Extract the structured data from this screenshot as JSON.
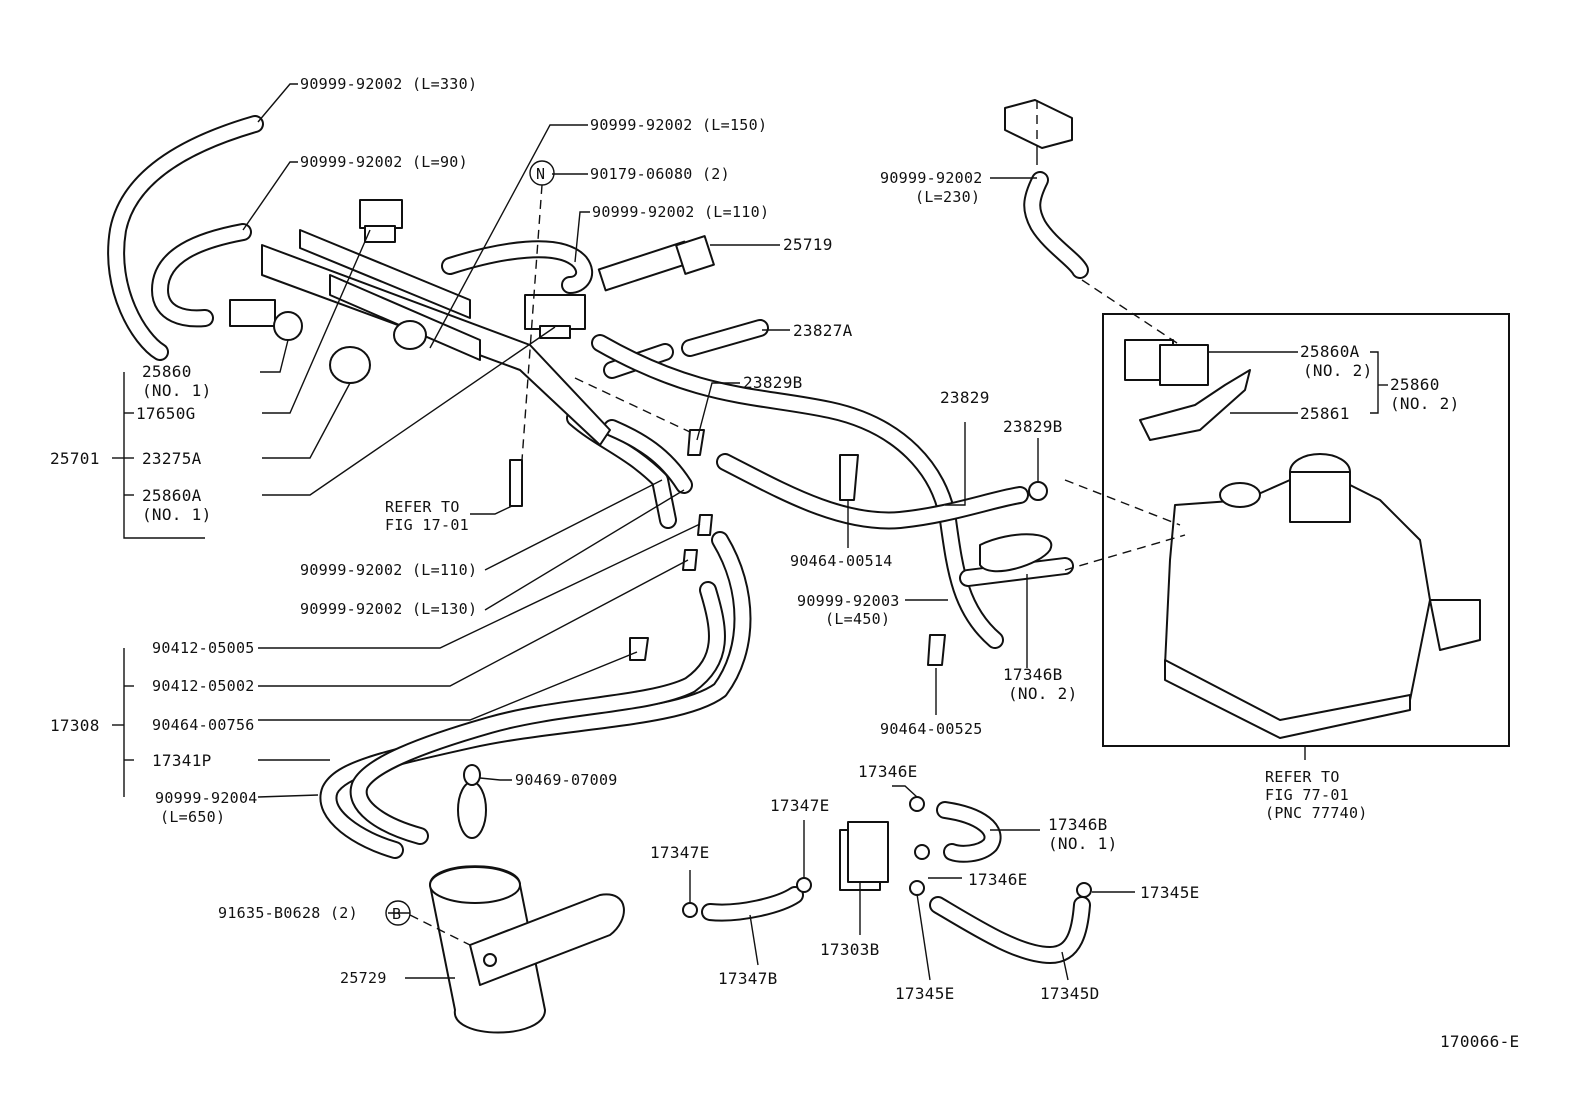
{
  "labels": {
    "p_330": "90999-92002 (L=330)",
    "p_150": "90999-92002 (L=150)",
    "p_90": "90999-92002 (L=90)",
    "p_90179": "90179-06080 (2)",
    "p_110a": "90999-92002 (L=110)",
    "p_25719": "25719",
    "p_23827A": "23827A",
    "p_23829B_a": "23829B",
    "p_25860": "25860",
    "p_no1_a": "(NO. 1)",
    "p_17650G": "17650G",
    "p_25701": "25701",
    "p_23275A": "23275A",
    "p_25860A": "25860A",
    "p_no1_b": "(NO. 1)",
    "p_refer": "REFER TO",
    "p_fig1701": "FIG 17-01",
    "p_110b": "90999-92002 (L=110)",
    "p_130": "90999-92002 (L=130)",
    "p_90412_05005": "90412-05005",
    "p_90412_05002": "90412-05002",
    "p_17308": "17308",
    "p_90464_00756": "90464-00756",
    "p_17341P": "17341P",
    "p_90999_92004": "90999-92004",
    "p_l650": "(L=650)",
    "p_90469": "90469-07009",
    "p_91635": "91635-B0628 (2)",
    "p_25729": "25729",
    "p_92002_top": "90999-92002",
    "p_l230": "(L=230)",
    "p_25860A_2": "25860A",
    "p_no2_a": "(NO. 2)",
    "p_25860_2": "25860",
    "p_no2_b": "(NO. 2)",
    "p_25861": "25861",
    "p_23829": "23829",
    "p_23829B_b": "23829B",
    "p_90464_00514": "90464-00514",
    "p_90999_92003": "90999-92003",
    "p_l450": "(L=450)",
    "p_90464_00525": "90464-00525",
    "p_17346B_2": "17346B",
    "p_no2_c": "(NO. 2)",
    "p_refer2": "REFER TO",
    "p_fig7701": "FIG 77-01",
    "p_pnc": "(PNC 77740)",
    "p_17346E_a": "17346E",
    "p_17347E_a": "17347E",
    "p_17346B_1": "17346B",
    "p_no1_c": "(NO. 1)",
    "p_17347E_b": "17347E",
    "p_17346E_b": "17346E",
    "p_17345E_a": "17345E",
    "p_17347B": "17347B",
    "p_17303B": "17303B",
    "p_17345E_b": "17345E",
    "p_17345D": "17345D",
    "p_figure_code": "170066-E",
    "p_marker_n": "N",
    "p_marker_b": "B"
  }
}
